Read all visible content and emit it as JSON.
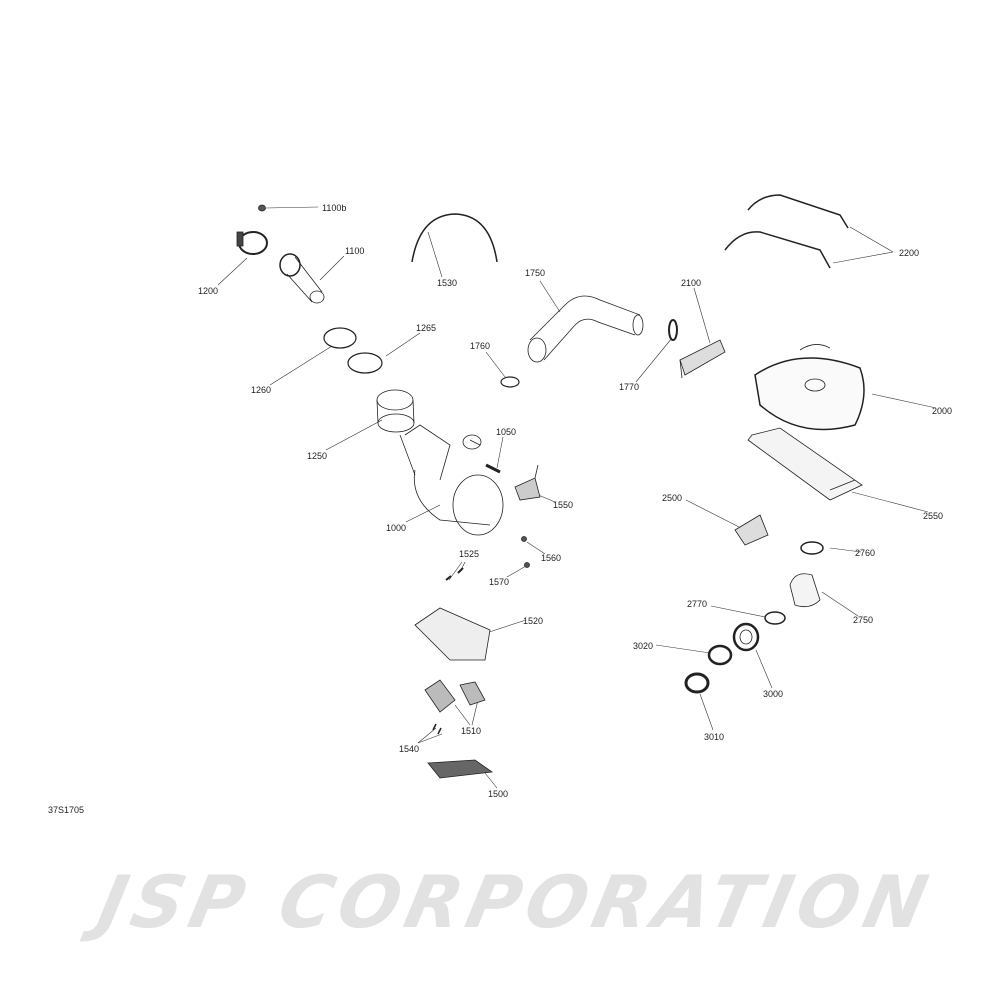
{
  "watermark": "JSP CORPORATION",
  "reference_code": "37S1705",
  "callouts": [
    {
      "id": "1100b",
      "text": "1100b"
    },
    {
      "id": "1100",
      "text": "1100"
    },
    {
      "id": "1200",
      "text": "1200"
    },
    {
      "id": "1530",
      "text": "1530"
    },
    {
      "id": "1750",
      "text": "1750"
    },
    {
      "id": "2100",
      "text": "2100"
    },
    {
      "id": "2200",
      "text": "2200"
    },
    {
      "id": "1265",
      "text": "1265"
    },
    {
      "id": "1260",
      "text": "1260"
    },
    {
      "id": "1760",
      "text": "1760"
    },
    {
      "id": "1770",
      "text": "1770"
    },
    {
      "id": "2000",
      "text": "2000"
    },
    {
      "id": "1250",
      "text": "1250"
    },
    {
      "id": "1050",
      "text": "1050"
    },
    {
      "id": "1550",
      "text": "1550"
    },
    {
      "id": "1000",
      "text": "1000"
    },
    {
      "id": "2500",
      "text": "2500"
    },
    {
      "id": "2550",
      "text": "2550"
    },
    {
      "id": "1525",
      "text": "1525"
    },
    {
      "id": "1560",
      "text": "1560"
    },
    {
      "id": "1570",
      "text": "1570"
    },
    {
      "id": "2760",
      "text": "2760"
    },
    {
      "id": "2770",
      "text": "2770"
    },
    {
      "id": "2750",
      "text": "2750"
    },
    {
      "id": "1520",
      "text": "1520"
    },
    {
      "id": "3020",
      "text": "3020"
    },
    {
      "id": "3000",
      "text": "3000"
    },
    {
      "id": "3010",
      "text": "3010"
    },
    {
      "id": "1510",
      "text": "1510"
    },
    {
      "id": "1540",
      "text": "1540"
    },
    {
      "id": "1500",
      "text": "1500"
    }
  ]
}
